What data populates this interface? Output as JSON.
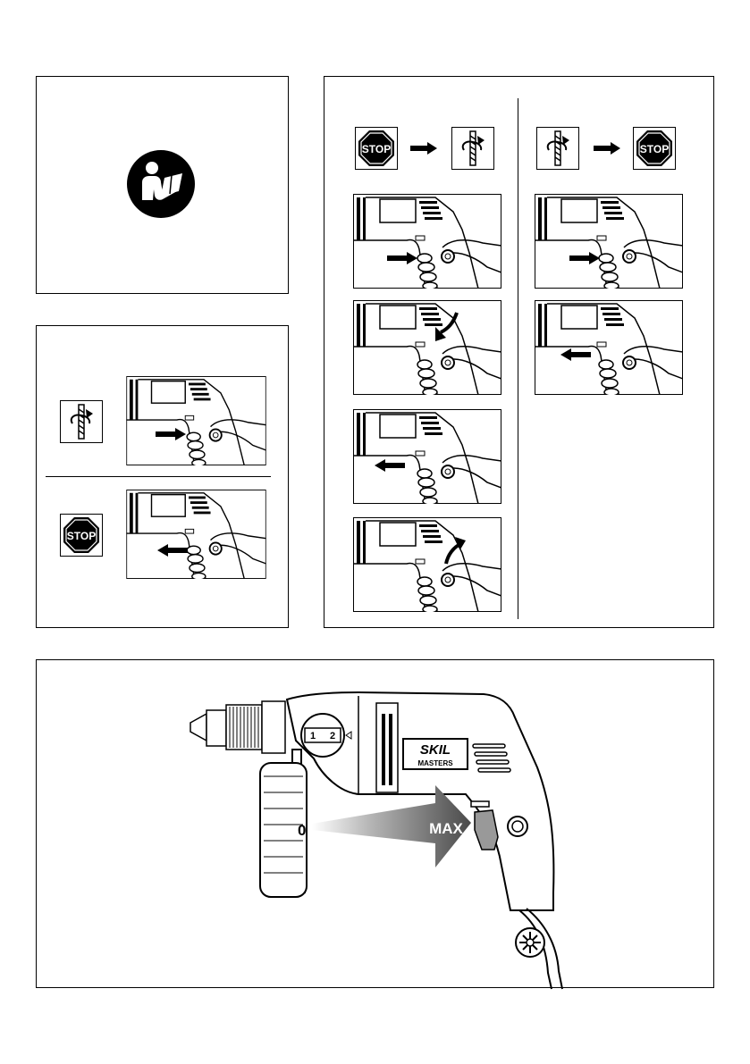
{
  "stop_label": "STOP",
  "brand": {
    "logo": "SKIL",
    "line": "MASTERS"
  },
  "speed": {
    "min_label": "0",
    "max_label": "MAX"
  },
  "dial": {
    "left": "1",
    "right": "2"
  },
  "icons": {
    "manual": "read-manual-icon",
    "rotation": "rotation-icon",
    "stop": "stop-sign-icon",
    "arrow": "arrow-right-icon"
  }
}
